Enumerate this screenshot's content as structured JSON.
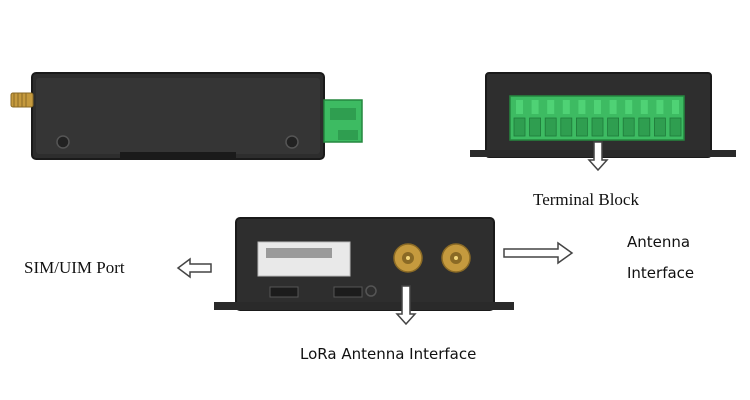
{
  "labels": {
    "terminal_block": "Terminal Block",
    "sim_uim_port": "SIM/UIM Port",
    "antenna_interface_line1": "Antenna",
    "antenna_interface_line2": "Interface",
    "lora_antenna_interface": "LoRa Antenna Interface"
  },
  "colors": {
    "device_body": "#2e2e2e",
    "terminal_green": "#3dbb62",
    "connector_gold": "#c8a14a",
    "label_sticker": "#e9e9e9",
    "arrow_outline": "#444444"
  }
}
